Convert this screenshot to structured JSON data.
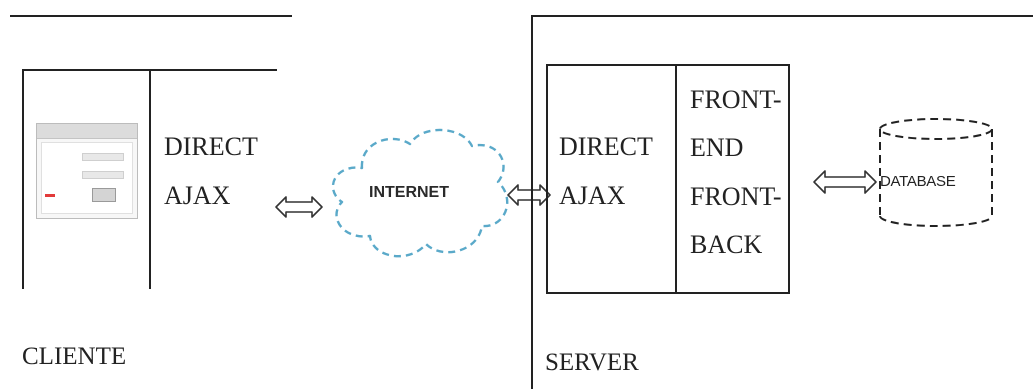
{
  "client": {
    "label": "CLIENTE",
    "layer_line1": "DIRECT",
    "layer_line2": "AJAX",
    "screenshot_icon": "app-window-thumbnail"
  },
  "internet": {
    "label": "INTERNET",
    "cloud_color": "#5aa9c9"
  },
  "server": {
    "label": "SERVER",
    "layer_line1": "DIRECT",
    "layer_line2": "AJAX",
    "front_line1": "FRONT-",
    "front_line2": "END",
    "front_line3": "FRONT-",
    "front_line4": "BACK"
  },
  "database": {
    "label": "DATABASE"
  },
  "connectors": {
    "icon": "double-arrow-icon"
  }
}
